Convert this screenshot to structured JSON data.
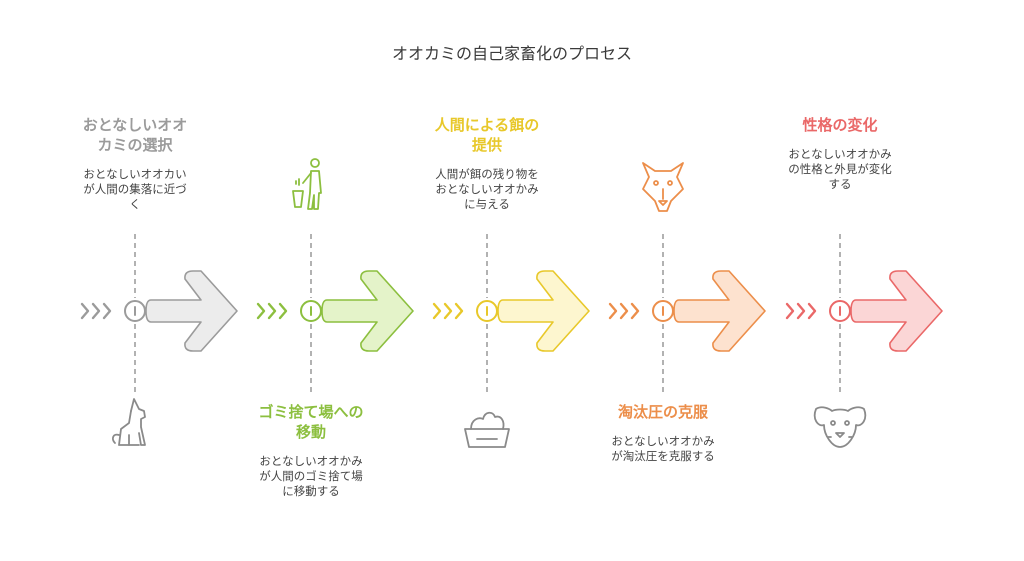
{
  "title": "オオカミの自己家畜化のプロセス",
  "stages": [
    {
      "title": "おとなしいオオ\nカミの選択",
      "description": "おとなしいオオカい\nが人間の集落に近づ\nく",
      "color": "#9b9b9b",
      "arrow_fill": "#ececec",
      "icon": "sitting-dog-icon"
    },
    {
      "title": "ゴミ捨て場への\n移動",
      "description": "おとなしいオオかみ\nが人間のゴミ捨て場\nに移動する",
      "color": "#8cbf3f",
      "arrow_fill": "#e4f3c9",
      "icon": "trash-person-icon"
    },
    {
      "title": "人間による餌の\n提供",
      "description": "人間が餌の残り物を\nおとなしいオオかみ\nに与える",
      "color": "#e8c82a",
      "arrow_fill": "#fdf6cf",
      "icon": "food-bowl-icon"
    },
    {
      "title": "淘汰圧の克服",
      "description": "おとなしいオオかみ\nが淘汰圧を克服する",
      "color": "#ec8e4a",
      "arrow_fill": "#fde2cf",
      "icon": "wolf-face-icon"
    },
    {
      "title": "性格の変化",
      "description": "おとなしいオオかみ\nの性格と外見が変化\nする",
      "color": "#ea6868",
      "arrow_fill": "#fbd6d6",
      "icon": "dog-face-icon"
    }
  ]
}
